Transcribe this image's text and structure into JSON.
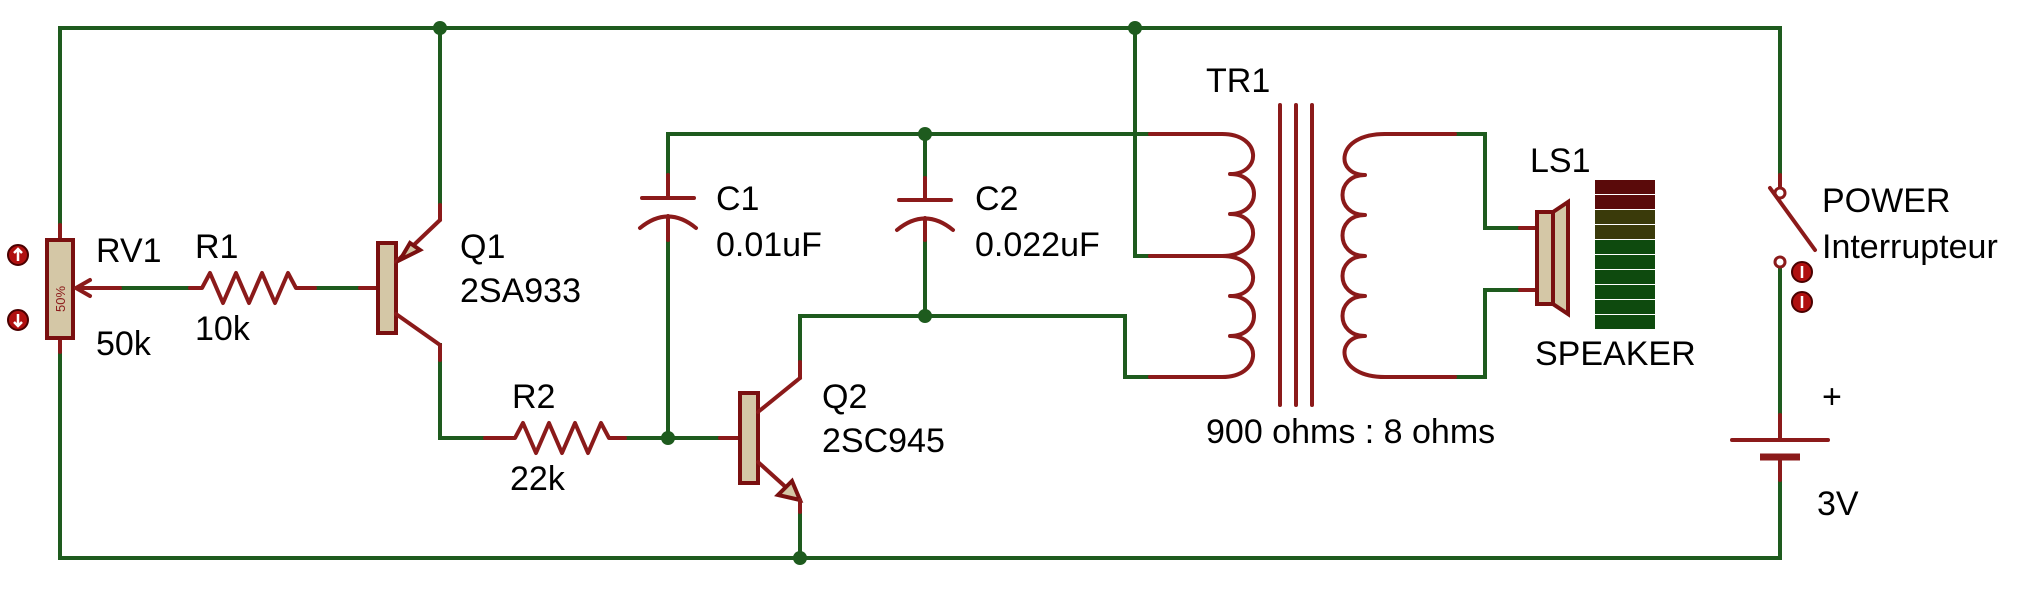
{
  "components": {
    "rv1": {
      "ref": "RV1",
      "value": "50k",
      "wiper": "50%"
    },
    "r1": {
      "ref": "R1",
      "value": "10k"
    },
    "q1": {
      "ref": "Q1",
      "value": "2SA933"
    },
    "r2": {
      "ref": "R2",
      "value": "22k"
    },
    "c1": {
      "ref": "C1",
      "value": "0.01uF"
    },
    "c2": {
      "ref": "C2",
      "value": "0.022uF"
    },
    "q2": {
      "ref": "Q2",
      "value": "2SC945"
    },
    "tr1": {
      "ref": "TR1",
      "value": "900 ohms : 8 ohms"
    },
    "ls1": {
      "ref": "LS1",
      "value": "SPEAKER"
    },
    "power": {
      "ref": "POWER",
      "value": "Interrupteur"
    },
    "battery": {
      "polarity": "+",
      "value": "3V"
    }
  },
  "colors": {
    "wire": "#1e5b1e",
    "component": "#8b1a1a",
    "component_fill": "#d4c7a6",
    "text": "#000000"
  },
  "speaker_level_bars": [
    "#5a0a0a",
    "#5a0a0a",
    "#3a3a0a",
    "#3a3a0a",
    "#0e4a0e",
    "#0e4a0e",
    "#0e4a0e",
    "#0e4a0e",
    "#0e4a0e",
    "#0e4a0e"
  ]
}
